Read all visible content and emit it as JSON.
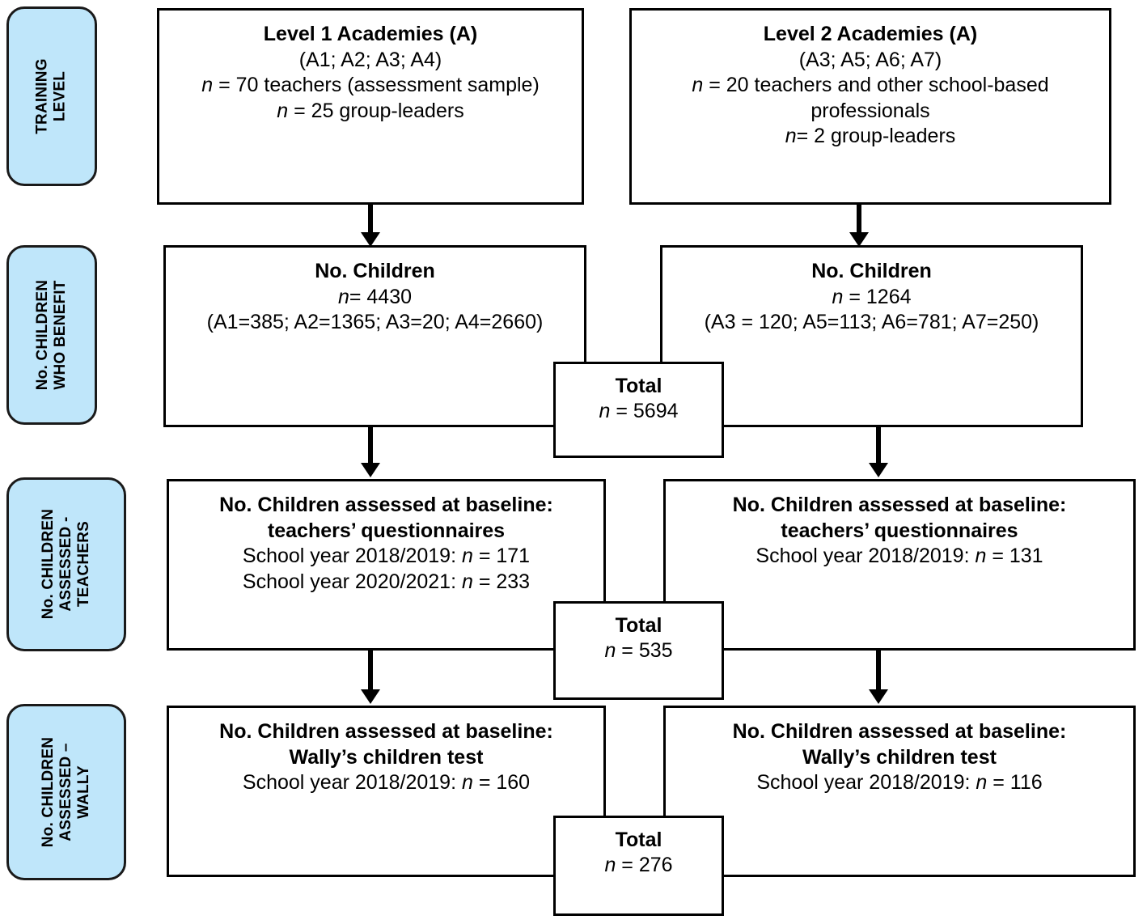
{
  "figure": {
    "type": "flowchart",
    "title": "Study participant flow across training levels",
    "accent_color": "#bfe6fa",
    "line_color": "#000000"
  },
  "stage_labels": [
    {
      "id": "training-level",
      "text": "TRAINING\nLEVEL"
    },
    {
      "id": "children-benefit",
      "text": "No. CHILDREN\nWHO BENEFIT"
    },
    {
      "id": "children-assessed-teachers",
      "text": "No. CHILDREN\nASSESSED -\nTEACHERS"
    },
    {
      "id": "children-assessed-wally",
      "text": "No. CHILDREN\nASSESSED –\nWALLY"
    }
  ],
  "boxes": {
    "level1": {
      "title": "Level 1 Academies (A)",
      "line1": "(A1; A2; A3; A4)",
      "line2_prefix": "n",
      "line2_rest": " = 70 teachers (assessment sample)",
      "line3_prefix": "n",
      "line3_rest": " = 25 group-leaders"
    },
    "level2": {
      "title": "Level 2 Academies (A)",
      "line1": "(A3; A5; A6; A7)",
      "line2_prefix": "n",
      "line2_rest": " = 20 teachers and other school-based",
      "line3": "professionals",
      "line4_prefix": "n",
      "line4_rest": "= 2 group-leaders"
    },
    "children_left": {
      "title": "No. Children",
      "line1_prefix": "n",
      "line1_rest": "= 4430",
      "line2": "(A1=385; A2=1365; A3=20; A4=2660)"
    },
    "children_right": {
      "title": "No. Children",
      "line1_prefix": "n",
      "line1_rest": " = 1264",
      "line2": "(A3 = 120; A5=113; A6=781; A7=250)"
    },
    "teachers_left": {
      "title_line1": "No. Children assessed at baseline:",
      "title_line2": "teachers’ questionnaires",
      "line1_a": "School year 2018/2019: ",
      "line1_n": "n",
      "line1_b": " = 171",
      "line2_a": "School year 2020/2021: ",
      "line2_n": "n",
      "line2_b": " = 233"
    },
    "teachers_right": {
      "title_line1": "No. Children assessed at baseline:",
      "title_line2": "teachers’ questionnaires",
      "line1_a": "School year 2018/2019: ",
      "line1_n": "n",
      "line1_b": " = 131"
    },
    "wally_left": {
      "title_line1": "No. Children assessed at baseline:",
      "title_line2": "Wally’s children test",
      "line1_a": "School year 2018/2019: ",
      "line1_n": "n",
      "line1_b": " = 160"
    },
    "wally_right": {
      "title_line1": "No. Children assessed at baseline:",
      "title_line2": "Wally’s children test",
      "line1_a": "School year 2018/2019: ",
      "line1_n": "n",
      "line1_b": " = 116"
    }
  },
  "totals": [
    {
      "id": "total-children",
      "label": "Total",
      "n_prefix": "n",
      "n_rest": " = 5694"
    },
    {
      "id": "total-teachers",
      "label": "Total",
      "n_prefix": "n",
      "n_rest": " = 535"
    },
    {
      "id": "total-wally",
      "label": "Total",
      "n_prefix": "n",
      "n_rest": " = 276"
    }
  ]
}
